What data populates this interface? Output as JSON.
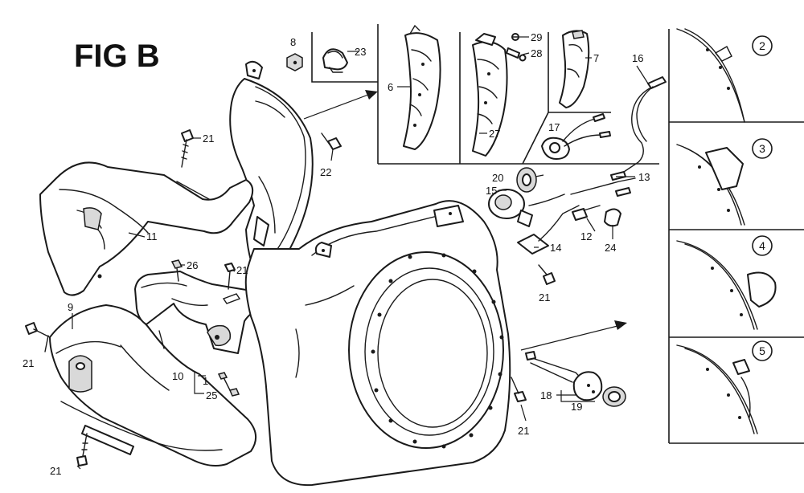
{
  "figure": {
    "title": "FIG B"
  },
  "callouts": {
    "c1": "1",
    "c6": "6",
    "c7": "7",
    "c8": "8",
    "c9": "9",
    "c10": "10",
    "c11": "11",
    "c12": "12",
    "c13": "13",
    "c14": "14",
    "c15": "15",
    "c16": "16",
    "c17": "17",
    "c18": "18",
    "c19": "19",
    "c20": "20",
    "c21": "21",
    "c22": "22",
    "c23": "23",
    "c24": "24",
    "c25": "25",
    "c26": "26",
    "c27": "27",
    "c28": "28",
    "c29": "29"
  },
  "detail_views": {
    "v2": "2",
    "v3": "3",
    "v4": "4",
    "v5": "5"
  }
}
